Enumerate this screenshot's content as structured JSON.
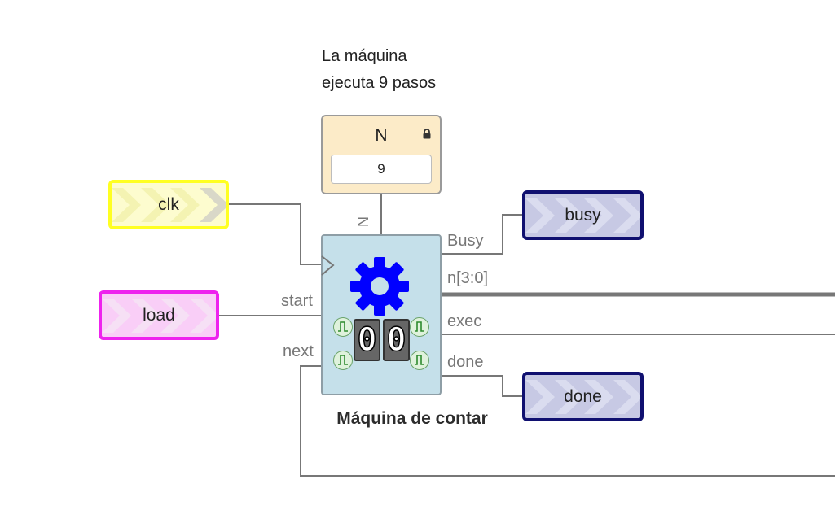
{
  "annotation": {
    "line1": "La máquina",
    "line2": "ejecuta 9 pasos"
  },
  "constant": {
    "name": "N",
    "value": "9",
    "icon": "lock-icon"
  },
  "inputs": [
    {
      "label": "clk",
      "color": "#ffff33"
    },
    {
      "label": "load",
      "color": "#ee22ee"
    }
  ],
  "outputs": [
    {
      "label": "busy",
      "color": "#1a1a80"
    },
    {
      "label": "done",
      "color": "#1a1a80"
    }
  ],
  "module": {
    "title": "Máquina de contar",
    "icon": "gear-icon",
    "icon_color": "#0000ff",
    "display": [
      "0",
      "0"
    ],
    "input_pins": {
      "param": "N",
      "start": "start",
      "next": "next"
    },
    "output_pins": {
      "busy": "Busy",
      "n": "n[3:0]",
      "exec": "exec",
      "done": "done"
    }
  },
  "wire_color": "#777777"
}
